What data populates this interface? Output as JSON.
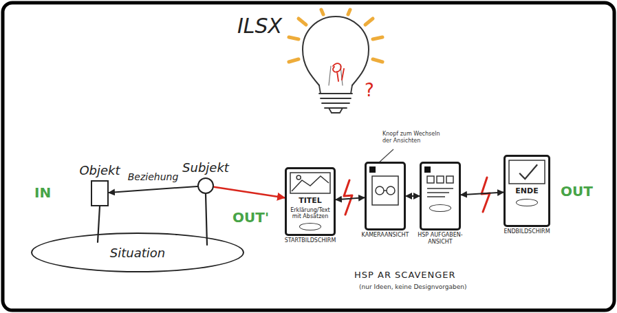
{
  "diagram": {
    "nodes": [
      {
        "text": [
          "Objekt"
        ]
      },
      {
        "text": [
          "Subjekt"
        ]
      },
      {
        "text": [
          "Situation"
        ]
      },
      {
        "text": [
          "TITEL",
          "Erklärung/Text mit Absätzen",
          "STARTBILDSCHIRM"
        ]
      },
      {
        "text": [
          "KAMERAANSICHT"
        ]
      },
      {
        "text": [
          "HSP AUFGABEN-ANSICHT"
        ]
      },
      {
        "text": [
          "ENDE",
          "ENDBILDSCHIRM"
        ]
      }
    ],
    "edges": [
      {
        "from": 1,
        "to": 0,
        "label": "Beziehung",
        "arrow": "to"
      },
      {
        "from": 1,
        "to": 3,
        "arrow": "to"
      },
      {
        "from": 3,
        "to": 4,
        "arrow": "both"
      },
      {
        "from": 4,
        "to": 5,
        "arrow": "both"
      },
      {
        "from": 5,
        "to": 6,
        "arrow": "both"
      }
    ],
    "labels": [
      "ILSX",
      "?",
      "IN",
      "OUT'",
      "OUT",
      "Knopf zum Wechseln der Ansichten",
      "HSP AR SCAVENGER",
      "(nur Ideen, keine Designvorgaben)"
    ]
  }
}
